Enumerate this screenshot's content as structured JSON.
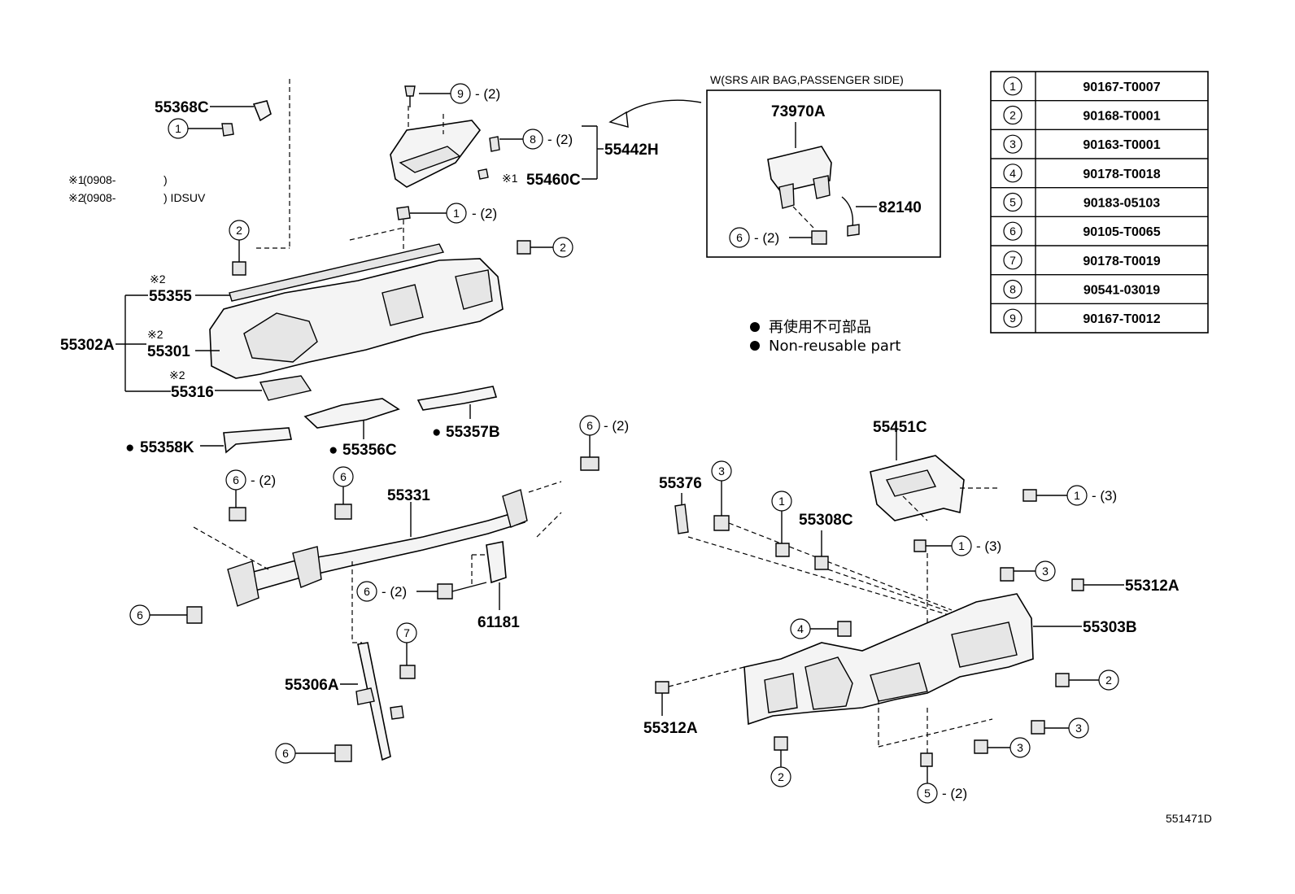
{
  "diagram_code": "551471D",
  "notes": {
    "n1_mark": "※1",
    "n1": "(0908-",
    "n1_close": ")",
    "n2_mark": "※2",
    "n2": "(0908-",
    "n2_close": ") IDSUV"
  },
  "legend": {
    "jp": "再使用不可部品",
    "en": "Non-reusable part"
  },
  "inset": {
    "title": "W(SRS AIR BAG,PASSENGER SIDE)",
    "part_73970A": "73970A",
    "part_82140": "82140",
    "screw_ref": "6",
    "screw_qty": "- (2)"
  },
  "fastener_table": [
    {
      "ref": "1",
      "part_no": "90167-T0007"
    },
    {
      "ref": "2",
      "part_no": "90168-T0001"
    },
    {
      "ref": "3",
      "part_no": "90163-T0001"
    },
    {
      "ref": "4",
      "part_no": "90178-T0018"
    },
    {
      "ref": "5",
      "part_no": "90183-05103"
    },
    {
      "ref": "6",
      "part_no": "90105-T0065"
    },
    {
      "ref": "7",
      "part_no": "90178-T0019"
    },
    {
      "ref": "8",
      "part_no": "90541-03019"
    },
    {
      "ref": "9",
      "part_no": "90167-T0012"
    }
  ],
  "labels": {
    "p55368C": "55368C",
    "p55442H": "55442H",
    "p55460C": "55460C",
    "mark1": "※1",
    "p55355": "55355",
    "p55301": "55301",
    "p55316": "55316",
    "p55302A": "55302A",
    "mark2": "※2",
    "p55358K": "55358K",
    "p55356C": "55356C",
    "p55357B": "55357B",
    "p55331": "55331",
    "p61181": "61181",
    "p55306A": "55306A",
    "p55451C": "55451C",
    "p55376": "55376",
    "p55308C": "55308C",
    "p55312A_r": "55312A",
    "p55303B": "55303B",
    "p55312A_b": "55312A",
    "dot": "●"
  },
  "callouts": {
    "c9_top": {
      "ref": "9",
      "qty": "- (2)"
    },
    "c8": {
      "ref": "8",
      "qty": "- (2)"
    },
    "c1_mid": {
      "ref": "1",
      "qty": "- (2)"
    },
    "c1_55368C": {
      "ref": "1"
    },
    "c2_left": {
      "ref": "2"
    },
    "c2_right": {
      "ref": "2"
    },
    "c6_tr": {
      "ref": "6",
      "qty": "- (2)"
    },
    "c6_l": {
      "ref": "6",
      "qty": "- (2)"
    },
    "c6_m": {
      "ref": "6"
    },
    "c6_61181": {
      "ref": "6",
      "qty": "- (2)"
    },
    "c6_ll": {
      "ref": "6"
    },
    "c7": {
      "ref": "7"
    },
    "c6_bottom": {
      "ref": "6"
    },
    "c3_55376": {
      "ref": "3"
    },
    "c1_55308C": {
      "ref": "1"
    },
    "c1_r3a": {
      "ref": "1",
      "qty": "- (3)"
    },
    "c1_r3b": {
      "ref": "1",
      "qty": "- (3)"
    },
    "c3_r": {
      "ref": "3"
    },
    "c4": {
      "ref": "4"
    },
    "c2_r": {
      "ref": "2"
    },
    "c3_r2": {
      "ref": "3"
    },
    "c3_r3": {
      "ref": "3"
    },
    "c2_bot": {
      "ref": "2"
    },
    "c5": {
      "ref": "5",
      "qty": "- (2)"
    }
  }
}
